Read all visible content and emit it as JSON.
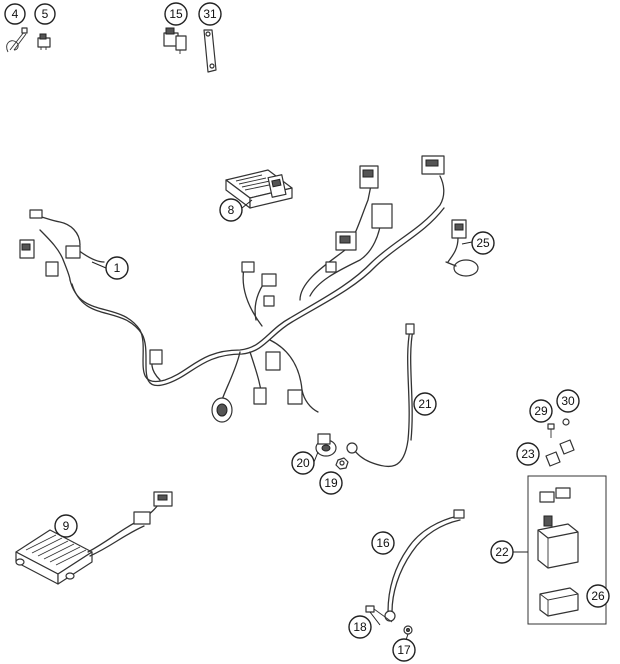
{
  "callouts": {
    "c4": "4",
    "c5": "5",
    "c15": "15",
    "c31": "31",
    "c8": "8",
    "c1": "1",
    "c25": "25",
    "c21": "21",
    "c29": "29",
    "c30": "30",
    "c23": "23",
    "c20": "20",
    "c19": "19",
    "c9": "9",
    "c16": "16",
    "c22": "22",
    "c26": "26",
    "c18": "18",
    "c17": "17"
  }
}
